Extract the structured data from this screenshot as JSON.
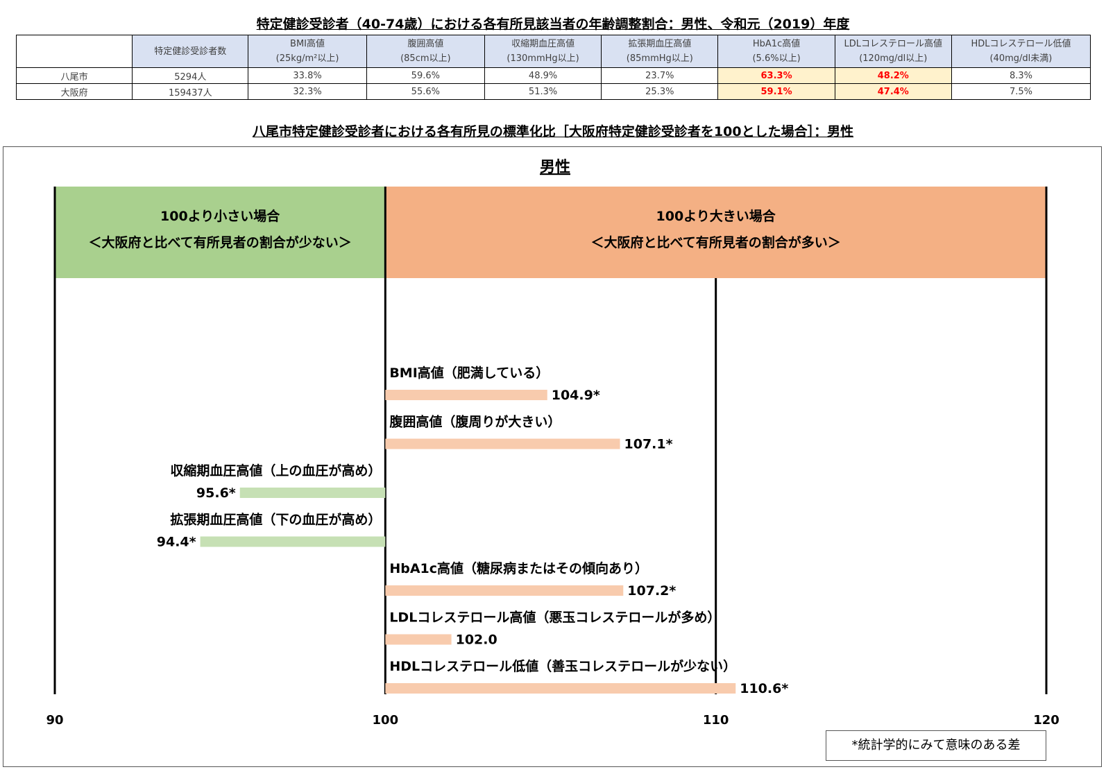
{
  "title1": "特定健診受診者（40-74歳）における各有所見該当者の年齢調整割合：男性、令和元（2019）年度",
  "title2": "八尾市特定健診受診者における各有所見の標準化比［大阪府特定健診受診者を100とした場合］：男性",
  "table": {
    "headers": [
      {
        "main": "特定健診受診者数",
        "sub": ""
      },
      {
        "main": "BMI高値",
        "sub": "(25kg/m²以上)"
      },
      {
        "main": "腹囲高値",
        "sub": "(85cm以上)"
      },
      {
        "main": "収縮期血圧高値",
        "sub": "(130mmHg以上)"
      },
      {
        "main": "拡張期血圧高値",
        "sub": "(85mmHg以上)"
      },
      {
        "main": "HbA1c高値",
        "sub": "(5.6%以上)"
      },
      {
        "main": "LDLコレステロール高値",
        "sub": "(120mg/dl以上)"
      },
      {
        "main": "HDLコレステロール低値",
        "sub": "(40mg/dl未満)"
      }
    ],
    "rows": [
      {
        "label": "八尾市",
        "cells": [
          "5294人",
          "33.8%",
          "59.6%",
          "48.9%",
          "23.7%",
          "63.3%",
          "48.2%",
          "8.3%"
        ]
      },
      {
        "label": "大阪府",
        "cells": [
          "159437人",
          "32.3%",
          "55.6%",
          "51.3%",
          "25.3%",
          "59.1%",
          "47.4%",
          "7.5%"
        ]
      }
    ],
    "highlight_columns": [
      5,
      6
    ],
    "highlight_color": "#fff2cc",
    "highlight_text_color": "#ff0000"
  },
  "chart_data": {
    "type": "bar",
    "orientation": "horizontal",
    "title": "男性",
    "baseline": 100,
    "xlim": [
      90,
      120
    ],
    "xticks": [
      90,
      100,
      110,
      120
    ],
    "low_region": {
      "line1": "100より小さい場合",
      "line2": "＜大阪府と比べて有所見者の割合が少ない＞",
      "color": "#a9d08e"
    },
    "high_region": {
      "line1": "100より大きい場合",
      "line2": "＜大阪府と比べて有所見者の割合が多い＞",
      "color": "#f4b084"
    },
    "bar_color_high": "#f8cbad",
    "bar_color_low": "#c6e0b4",
    "bars": [
      {
        "label": "BMI高値（肥満している）",
        "value": 104.9,
        "display": "104.9*"
      },
      {
        "label": "腹囲高値（腹周りが大きい）",
        "value": 107.1,
        "display": "107.1*"
      },
      {
        "label": "収縮期血圧高値（上の血圧が高め）",
        "value": 95.6,
        "display": "95.6*"
      },
      {
        "label": "拡張期血圧高値（下の血圧が高め）",
        "value": 94.4,
        "display": "94.4*"
      },
      {
        "label": "HbA1c高値（糖尿病またはその傾向あり）",
        "value": 107.2,
        "display": "107.2*"
      },
      {
        "label": "LDLコレステロール高値（悪玉コレステロールが多め）",
        "value": 102.0,
        "display": "102.0"
      },
      {
        "label": "HDLコレステロール低値（善玉コレステロールが少ない）",
        "value": 110.6,
        "display": "110.6*"
      }
    ],
    "footnote": "*統計学的にみて意味のある差"
  }
}
